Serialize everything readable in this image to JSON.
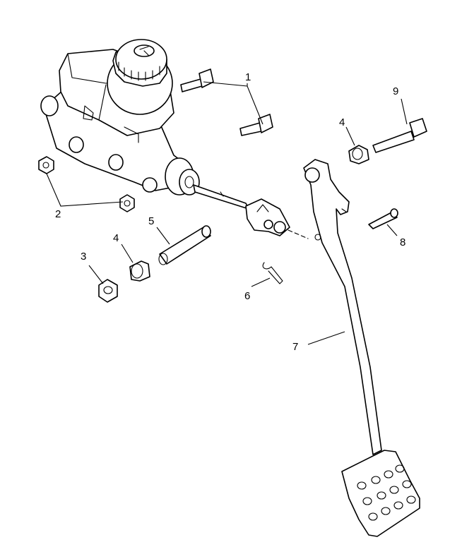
{
  "callouts": {
    "c1": "1",
    "c2": "2",
    "c3": "3",
    "c4a": "4",
    "c4b": "4",
    "c5": "5",
    "c6": "6",
    "c7": "7",
    "c8": "8",
    "c9": "9"
  },
  "colors": {
    "line": "#000000",
    "background": "#ffffff"
  }
}
